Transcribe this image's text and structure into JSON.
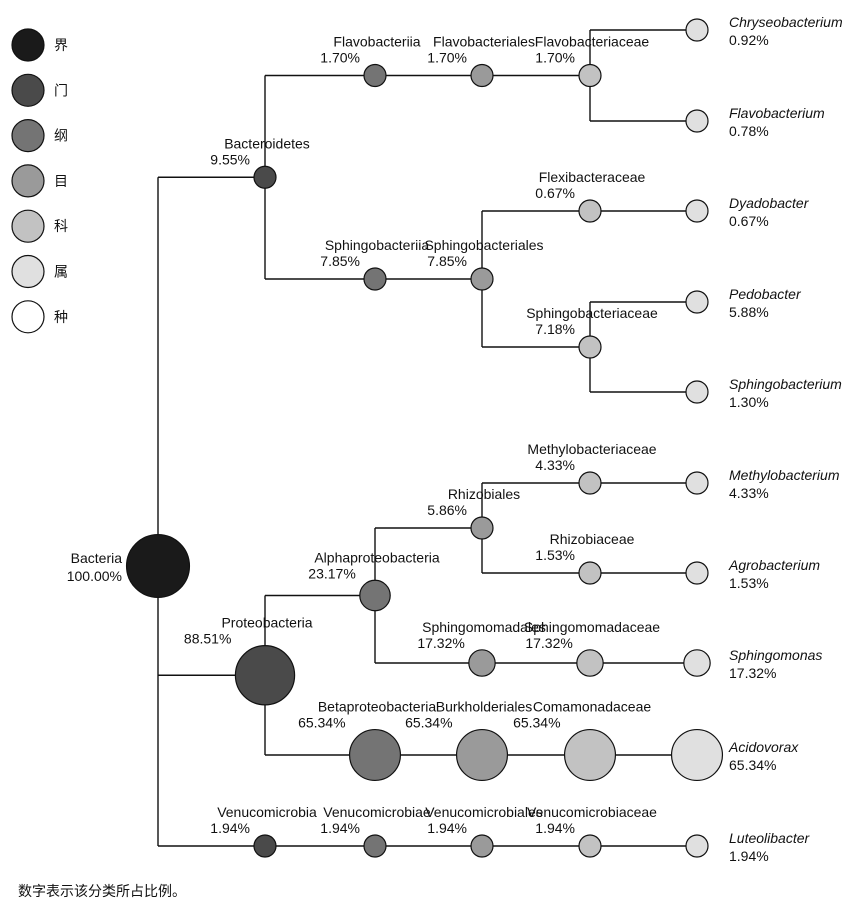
{
  "legend": [
    {
      "label": "界",
      "color": "#1a1a1a"
    },
    {
      "label": "门",
      "color": "#4a4a4a"
    },
    {
      "label": "纲",
      "color": "#747474"
    },
    {
      "label": "目",
      "color": "#9a9a9a"
    },
    {
      "label": "科",
      "color": "#c2c2c2"
    },
    {
      "label": "属",
      "color": "#e0e0e0"
    },
    {
      "label": "种",
      "color": "#ffffff"
    }
  ],
  "tree": {
    "name": "Bacteria",
    "pct": "100.00%",
    "rank": 0,
    "value": 100.0,
    "children": [
      {
        "name": "Bacteroidetes",
        "pct": "9.55%",
        "rank": 1,
        "value": 9.55,
        "children": [
          {
            "name": "Flavobacteriia",
            "pct": "1.70%",
            "rank": 2,
            "value": 1.7,
            "children": [
              {
                "name": "Flavobacteriales",
                "pct": "1.70%",
                "rank": 3,
                "value": 1.7,
                "children": [
                  {
                    "name": "Flavobacteriaceae",
                    "pct": "1.70%",
                    "rank": 4,
                    "value": 1.7,
                    "children": [
                      {
                        "name": "Chryseobacterium",
                        "pct": "0.92%",
                        "rank": 5,
                        "value": 0.92
                      },
                      {
                        "name": "Flavobacterium",
                        "pct": "0.78%",
                        "rank": 5,
                        "value": 0.78
                      }
                    ]
                  }
                ]
              }
            ]
          },
          {
            "name": "Sphingobacteriia",
            "pct": "7.85%",
            "rank": 2,
            "value": 7.85,
            "children": [
              {
                "name": "Sphingobacteriales",
                "pct": "7.85%",
                "rank": 3,
                "value": 7.85,
                "children": [
                  {
                    "name": "Flexibacteraceae",
                    "pct": "0.67%",
                    "rank": 4,
                    "value": 0.67,
                    "children": [
                      {
                        "name": "Dyadobacter",
                        "pct": "0.67%",
                        "rank": 5,
                        "value": 0.67
                      }
                    ]
                  },
                  {
                    "name": "Sphingobacteriaceae",
                    "pct": "7.18%",
                    "rank": 4,
                    "value": 7.18,
                    "children": [
                      {
                        "name": "Pedobacter",
                        "pct": "5.88%",
                        "rank": 5,
                        "value": 5.88
                      },
                      {
                        "name": "Sphingobacterium",
                        "pct": "1.30%",
                        "rank": 5,
                        "value": 1.3
                      }
                    ]
                  }
                ]
              }
            ]
          }
        ]
      },
      {
        "name": "Proteobacteria",
        "pct": "88.51%",
        "rank": 1,
        "value": 88.51,
        "children": [
          {
            "name": "Alphaproteobacteria",
            "pct": "23.17%",
            "rank": 2,
            "value": 23.17,
            "children": [
              {
                "name": "Rhizobiales",
                "pct": "5.86%",
                "rank": 3,
                "value": 5.86,
                "children": [
                  {
                    "name": "Methylobacteriaceae",
                    "pct": "4.33%",
                    "rank": 4,
                    "value": 4.33,
                    "children": [
                      {
                        "name": "Methylobacterium",
                        "pct": "4.33%",
                        "rank": 5,
                        "value": 4.33
                      }
                    ]
                  },
                  {
                    "name": "Rhizobiaceae",
                    "pct": "1.53%",
                    "rank": 4,
                    "value": 1.53,
                    "children": [
                      {
                        "name": "Agrobacterium",
                        "pct": "1.53%",
                        "rank": 5,
                        "value": 1.53
                      }
                    ]
                  }
                ]
              },
              {
                "name": "Sphingomomadales",
                "pct": "17.32%",
                "rank": 3,
                "value": 17.32,
                "children": [
                  {
                    "name": "Sphingomomadaceae",
                    "pct": "17.32%",
                    "rank": 4,
                    "value": 17.32,
                    "children": [
                      {
                        "name": "Sphingomonas",
                        "pct": "17.32%",
                        "rank": 5,
                        "value": 17.32
                      }
                    ]
                  }
                ]
              }
            ]
          },
          {
            "name": "Betaproteobacteria",
            "pct": "65.34%",
            "rank": 2,
            "value": 65.34,
            "children": [
              {
                "name": "Burkholderiales",
                "pct": "65.34%",
                "rank": 3,
                "value": 65.34,
                "children": [
                  {
                    "name": "Comamonadaceae",
                    "pct": "65.34%",
                    "rank": 4,
                    "value": 65.34,
                    "children": [
                      {
                        "name": "Acidovorax",
                        "pct": "65.34%",
                        "rank": 5,
                        "value": 65.34
                      }
                    ]
                  }
                ]
              }
            ]
          }
        ]
      },
      {
        "name": "Venucomicrobia",
        "pct": "1.94%",
        "rank": 1,
        "value": 1.94,
        "children": [
          {
            "name": "Venucomicrobiae",
            "pct": "1.94%",
            "rank": 2,
            "value": 1.94,
            "children": [
              {
                "name": "Venucomicrobiales",
                "pct": "1.94%",
                "rank": 3,
                "value": 1.94,
                "children": [
                  {
                    "name": "Venucomicrobiaceae",
                    "pct": "1.94%",
                    "rank": 4,
                    "value": 1.94,
                    "children": [
                      {
                        "name": "Luteolibacter",
                        "pct": "1.94%",
                        "rank": 5,
                        "value": 1.94
                      }
                    ]
                  }
                ]
              }
            ]
          }
        ]
      }
    ]
  },
  "caption": "数字表示该分类所占比例。"
}
